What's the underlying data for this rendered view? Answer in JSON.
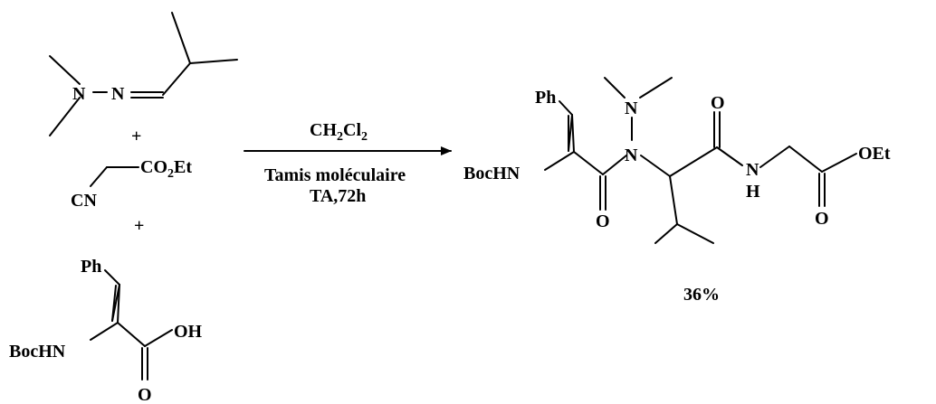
{
  "reagents": {
    "hydrazone": {
      "n1": "N",
      "n2": "N"
    },
    "plus_1": "+",
    "isocyanide": {
      "ester_co": "CO",
      "ester_sub": "2",
      "ester_et": "Et",
      "cn": "CN"
    },
    "plus_2": "+",
    "amino_acid": {
      "ph": "Ph",
      "bochn": "BocHN",
      "oh": "OH",
      "o": "O"
    }
  },
  "conditions": {
    "solvent_ch": "CH",
    "solvent_sub1": "2",
    "solvent_cl": "Cl",
    "solvent_sub2": "2",
    "line_1": "Tamis moléculaire",
    "line_2": "TA,72h"
  },
  "product": {
    "ph": "Ph",
    "bochn": "BocHN",
    "o_amide1": "O",
    "n_hydrazide": "N",
    "n_dimethyl": "N",
    "o_amide2": "O",
    "nh_n": "N",
    "nh_h": "H",
    "oet": "OEt",
    "o_ester": "O"
  },
  "yield": "36%"
}
